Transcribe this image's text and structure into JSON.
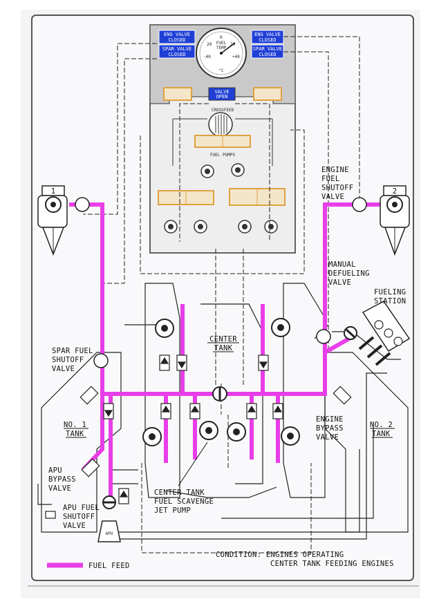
{
  "colors": {
    "fuel_feed": "#e83ee8",
    "panel_gray": "#c9c9c9",
    "panel_light": "#eeeeee",
    "annunciator_blue": "#1f3fd6",
    "switch_amber": "#e0a040",
    "line": "#111111",
    "frame_bg": "#f4f4f6"
  },
  "panel": {
    "eng_valve_left": [
      "ENG VALVE",
      "CLOSED"
    ],
    "spar_valve_left": [
      "SPAR VALVE",
      "CLOSED"
    ],
    "eng_valve_right": [
      "ENG VALVE",
      "CLOSED"
    ],
    "spar_valve_right": [
      "SPAR VALVE",
      "CLOSED"
    ],
    "valve_open": [
      "VALVE",
      "OPEN"
    ],
    "gauge_scale": [
      "-40",
      "20",
      "0",
      "20",
      "+40"
    ],
    "gauge_text": [
      "FUEL",
      "TEMP"
    ],
    "gauge_unit": "°C",
    "crossfeed": "CROSSFEED",
    "fuel_pumps": "FUEL PUMPS"
  },
  "labels": {
    "engine1": "1",
    "engine2": "2",
    "engine_fuel_shutoff_valve": [
      "ENGINE",
      "FUEL",
      "SHUTOFF",
      "VALVE"
    ],
    "manual_defueling_valve": [
      "MANUAL",
      "DEFUELING",
      "VALVE"
    ],
    "fueling_station": [
      "FUELING",
      "STATION"
    ],
    "center_tank": [
      "CENTER",
      "TANK"
    ],
    "spar_fuel_shutoff_valve": [
      "SPAR FUEL",
      "SHUTOFF",
      "VALVE"
    ],
    "no1_tank": [
      "NO. 1",
      "TANK"
    ],
    "no2_tank": [
      "NO. 2",
      "TANK"
    ],
    "engine_bypass_valve": [
      "ENGINE",
      "BYPASS",
      "VALVE"
    ],
    "apu_bypass_valve": [
      "APU",
      "BYPASS",
      "VALVE"
    ],
    "apu_fuel_shutoff_valve": [
      "APU FUEL",
      "SHUTOFF",
      "VALVE"
    ],
    "apu": "APU",
    "center_tank_scavenge": [
      "CENTER TANK",
      "FUEL SCAVENGE",
      "JET PUMP"
    ]
  },
  "legend": {
    "fuel_feed": "FUEL FEED"
  },
  "condition": {
    "line1": "CONDITION: ENGINES OPERATING",
    "line2": "CENTER TANK FEEDING ENGINES"
  }
}
